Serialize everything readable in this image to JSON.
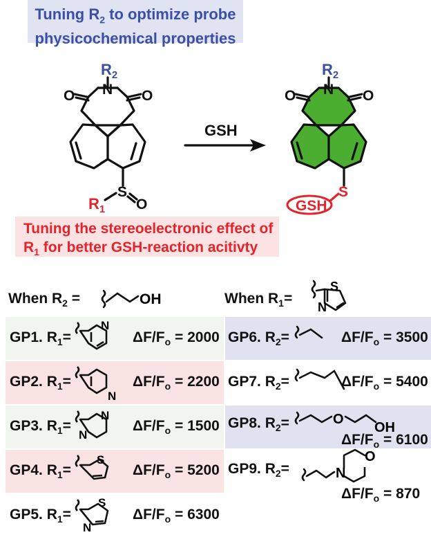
{
  "callout_top": {
    "line1_a": "Tuning R",
    "line1_sub": "2",
    "line1_b": " to optimize probe",
    "line2": "physicochemical properties"
  },
  "callout_bottom": {
    "line1": "Tuning the stereoelectronic effect of",
    "line2_a": "R",
    "line2_sub": "1",
    "line2_b": " for better GSH-reaction acitivty"
  },
  "scheme": {
    "reagent": "GSH",
    "left_R2": "R",
    "left_R2_sub": "2",
    "left_R1": "R",
    "left_R1_sub": "1",
    "right_R2": "R",
    "right_R2_sub": "2",
    "right_tag": "GSH",
    "atom_N": "N",
    "atom_O": "O",
    "atom_S": "S"
  },
  "headers": {
    "left_a": "When R",
    "left_sub": "2",
    "left_b": " = ",
    "left_oh": "OH",
    "right_a": "When R",
    "right_sub": "1",
    "right_b": "="
  },
  "left_rows": [
    {
      "id": "GP1.",
      "r": "R",
      "rsub": "1",
      "eq": "=",
      "val": "ΔF/F",
      "valsub": "o",
      "num": " = 2000"
    },
    {
      "id": "GP2.",
      "r": "R",
      "rsub": "1",
      "eq": "=",
      "val": "ΔF/F",
      "valsub": "o",
      "num": " = 2200"
    },
    {
      "id": "GP3.",
      "r": "R",
      "rsub": "1",
      "eq": "=",
      "val": "ΔF/F",
      "valsub": "o",
      "num": " = 1500"
    },
    {
      "id": "GP4.",
      "r": "R",
      "rsub": "1",
      "eq": "=",
      "val": "ΔF/F",
      "valsub": "o",
      "num": " = 5200"
    },
    {
      "id": "GP5.",
      "r": "R",
      "rsub": "1",
      "eq": "=",
      "val": "ΔF/F",
      "valsub": "o",
      "num": " = 6300"
    }
  ],
  "right_rows": [
    {
      "id": "GP6.",
      "r": "R",
      "rsub": "2",
      "eq": "=",
      "val": "ΔF/F",
      "valsub": "o",
      "num": " = 3500"
    },
    {
      "id": "GP7.",
      "r": "R",
      "rsub": "2",
      "eq": "=",
      "val": "ΔF/F",
      "valsub": "o",
      "num": " = 5400"
    },
    {
      "id": "GP8.",
      "r": "R",
      "rsub": "2",
      "eq": "=",
      "val": "ΔF/F",
      "valsub": "o",
      "num": " = 6100",
      "extra": "OH"
    },
    {
      "id": "GP9.",
      "r": "R",
      "rsub": "2",
      "eq": "=",
      "val": "ΔF/F",
      "valsub": "o",
      "num": " = 870"
    }
  ],
  "colors": {
    "blue": "#3b4fa6",
    "red": "#e3242b",
    "green": "#4cae30"
  }
}
